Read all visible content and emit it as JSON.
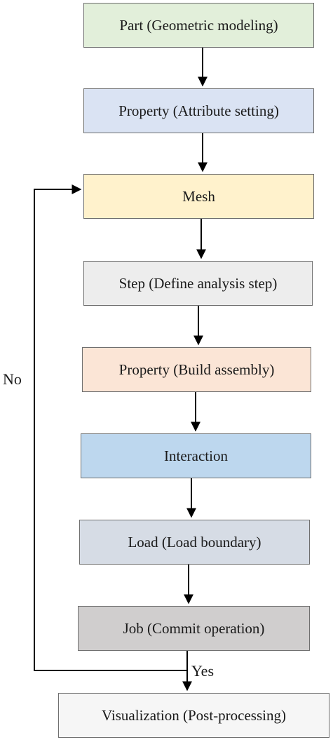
{
  "steps": [
    {
      "label": "Part (Geometric modeling)"
    },
    {
      "label": "Property (Attribute setting)"
    },
    {
      "label": "Mesh"
    },
    {
      "label": "Step (Define analysis step)"
    },
    {
      "label": "Property (Build assembly)"
    },
    {
      "label": "Interaction"
    },
    {
      "label": "Load (Load boundary)"
    },
    {
      "label": "Job (Commit operation)"
    },
    {
      "label": "Visualization (Post-processing)"
    }
  ],
  "branches": {
    "no": "No",
    "yes": "Yes"
  },
  "colors": {
    "part": "#e2efda",
    "property_attr": "#dae3f3",
    "mesh": "#fff2cc",
    "step": "#ededed",
    "property_assembly": "#fbe5d6",
    "interaction": "#bdd7ee",
    "load": "#d6dce5",
    "job": "#d0cece",
    "visualization": "#f6f6f6"
  }
}
